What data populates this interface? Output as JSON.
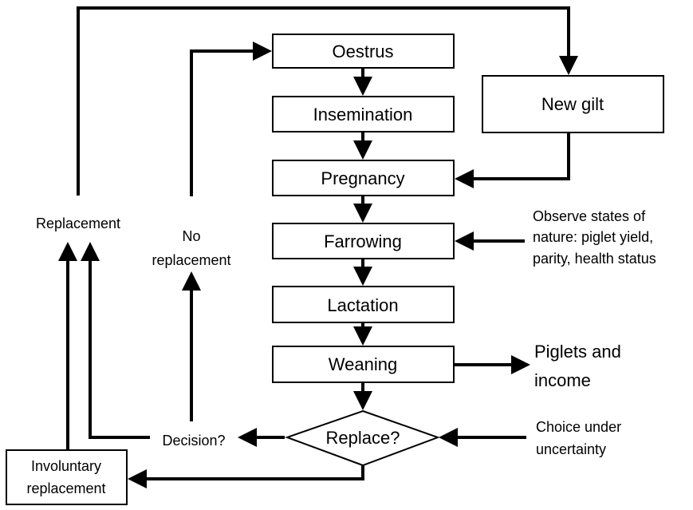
{
  "flow": {
    "boxes": [
      {
        "id": "oestrus",
        "label": "Oestrus"
      },
      {
        "id": "insemination",
        "label": "Insemination"
      },
      {
        "id": "pregnancy",
        "label": "Pregnancy"
      },
      {
        "id": "farrowing",
        "label": "Farrowing"
      },
      {
        "id": "lactation",
        "label": "Lactation"
      },
      {
        "id": "weaning",
        "label": "Weaning"
      }
    ],
    "decision_node": "Replace?",
    "new_gilt": "New gilt",
    "involuntary": [
      "Involuntary",
      "replacement"
    ]
  },
  "labels": {
    "replacement": "Replacement",
    "no_replacement": [
      "No",
      "replacement"
    ],
    "decision": "Decision?",
    "observe": [
      "Observe states of",
      "nature: piglet yield,",
      "parity, health status"
    ],
    "piglets_income": [
      "Piglets and",
      "income"
    ],
    "choice": [
      "Choice under",
      "uncertainty"
    ]
  },
  "style": {
    "stroke": "#000000",
    "fill": "#ffffff"
  }
}
